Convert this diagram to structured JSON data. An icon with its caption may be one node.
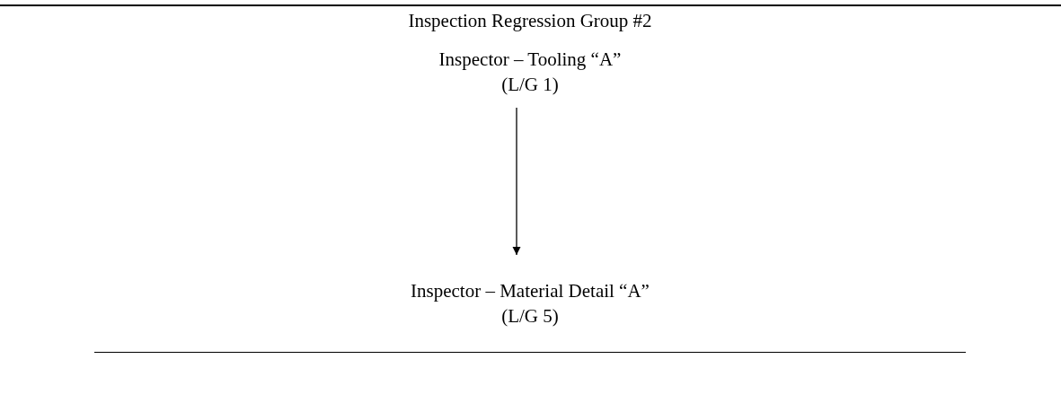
{
  "diagram": {
    "title": "Inspection Regression Group #2",
    "nodes": [
      {
        "text": [
          "Inspector – Tooling “A”",
          "(L/G 1)"
        ]
      },
      {
        "text": [
          "Inspector – Material Detail “A”",
          "(L/G 5)"
        ]
      }
    ],
    "edges": [
      {
        "from": 0,
        "to": 1,
        "arrow": "to"
      }
    ]
  }
}
